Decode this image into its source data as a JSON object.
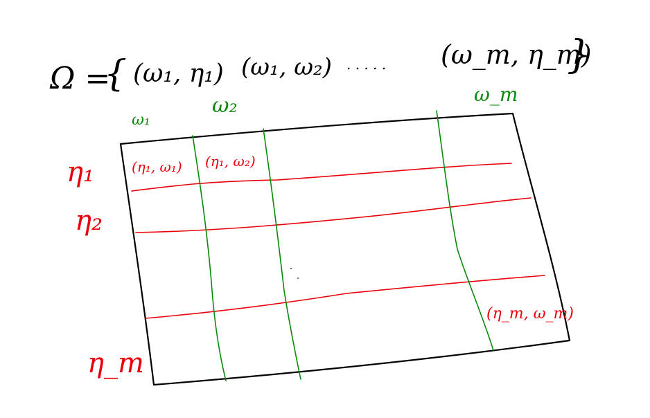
{
  "colors": {
    "ink": "#000000",
    "rows": "#e8000b",
    "columns": "#0a8a0a"
  },
  "equation": {
    "lhs": "Ω =",
    "open_brace": "{",
    "pair_1": "(ω₁, η₁)",
    "pair_2": "(ω₁, ω₂)",
    "ellipsis": ". . . . .",
    "pair_last": "(ω_m, η_m)",
    "close_brace": "}"
  },
  "column_labels": [
    "ω₁",
    "ω₂",
    "ω_m"
  ],
  "row_labels": [
    "η₁",
    "η₂",
    "η_m"
  ],
  "cell_labels": {
    "first": "(η₁, ω₁)",
    "second": "(η₁, ω₂)",
    "last": "(η_m, ω_m)"
  }
}
